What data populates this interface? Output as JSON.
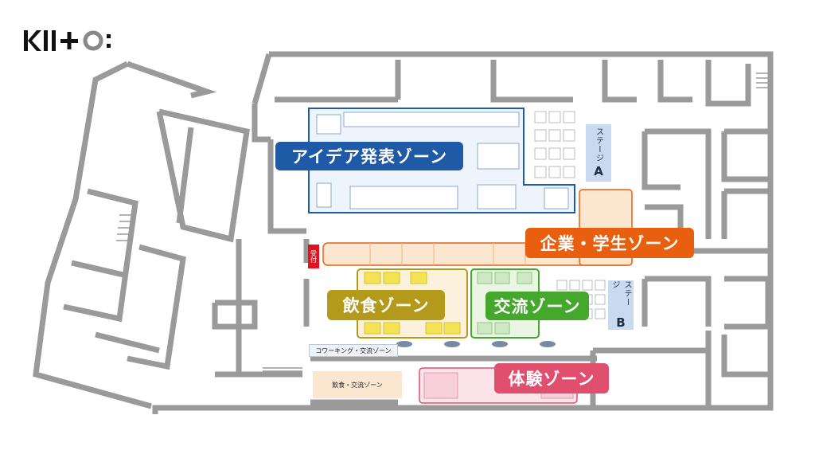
{
  "brand": {
    "logo_text": "KII+O:"
  },
  "zones": {
    "idea": {
      "label": "アイデア発表ゾーン",
      "color": "#1f5aa6"
    },
    "company": {
      "label": "企業・学生ゾーン",
      "color": "#e8600f"
    },
    "food": {
      "label": "飲食ゾーン",
      "color": "#b39a1a"
    },
    "exchange": {
      "label": "交流ゾーン",
      "color": "#44a82d"
    },
    "experience": {
      "label": "体験ゾーン",
      "color": "#e0506e"
    }
  },
  "stage_a": {
    "vertical": "ステージ",
    "letter": "A"
  },
  "stage_b": {
    "vertical": "ステージ",
    "letter": "B"
  },
  "reception": {
    "label": "受付"
  },
  "coworking": {
    "label": "コワーキング・交流ゾーン"
  },
  "food_exchange": {
    "label": "飲食・交流ゾーン"
  }
}
